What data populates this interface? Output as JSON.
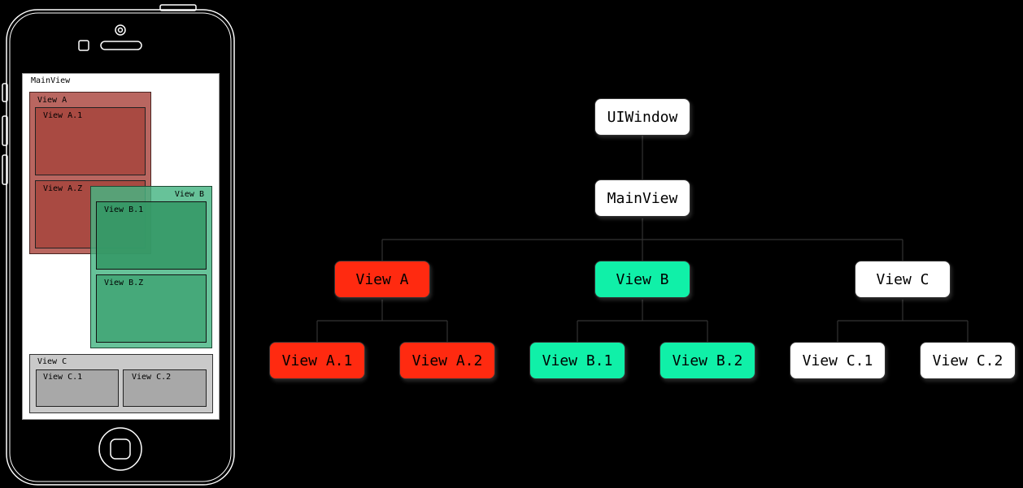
{
  "colors": {
    "red": "#ff2a10",
    "green": "#10f0a8",
    "white": "#ffffff",
    "background": "#000000"
  },
  "phone": {
    "main_view_label": "MainView",
    "view_a": {
      "label": "View A",
      "children": [
        "View A.1",
        "View A.Z"
      ]
    },
    "view_b": {
      "label": "View B",
      "children": [
        "View B.1",
        "View B.Z"
      ]
    },
    "view_c": {
      "label": "View C",
      "children": [
        "View C.1",
        "View C.2"
      ]
    }
  },
  "tree": {
    "root": {
      "label": "UIWindow",
      "color": "white"
    },
    "main": {
      "label": "MainView",
      "color": "white"
    },
    "level2": [
      {
        "label": "View A",
        "color": "red"
      },
      {
        "label": "View B",
        "color": "green"
      },
      {
        "label": "View C",
        "color": "white"
      }
    ],
    "level3": [
      {
        "label": "View A.1",
        "color": "red"
      },
      {
        "label": "View A.2",
        "color": "red"
      },
      {
        "label": "View B.1",
        "color": "green"
      },
      {
        "label": "View B.2",
        "color": "green"
      },
      {
        "label": "View C.1",
        "color": "white"
      },
      {
        "label": "View C.2",
        "color": "white"
      }
    ]
  }
}
